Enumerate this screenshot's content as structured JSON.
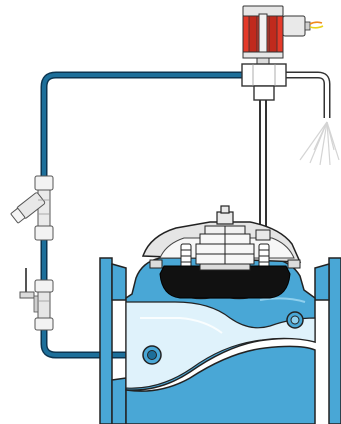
{
  "diagram": {
    "colors": {
      "pipe_blue": "#1d6f9a",
      "pipe_dark": "#0d3550",
      "body_blue": "#49a7d6",
      "body_light": "#8fd0ee",
      "body_outline": "#2a2a2a",
      "metal_light": "#f0f0f0",
      "metal_mid": "#c9c9c9",
      "metal_dark": "#8d8d8d",
      "solenoid_red": "#e43a2a",
      "diaphragm_black": "#111111",
      "spray": "#d9d9d9",
      "wire_orange": "#f08a1c",
      "wire_yellow": "#e9d21b"
    },
    "components": [
      {
        "name": "solenoid-pilot",
        "icon": "solenoid-icon"
      },
      {
        "name": "three-way-fitting",
        "icon": "tee-fitting-icon"
      },
      {
        "name": "strainer",
        "icon": "y-strainer-icon"
      },
      {
        "name": "ball-valve",
        "icon": "ball-valve-icon"
      },
      {
        "name": "main-valve-body",
        "icon": "valve-body-icon"
      },
      {
        "name": "bonnet-diaphragm",
        "icon": "diaphragm-icon"
      },
      {
        "name": "vent-spray",
        "icon": "spray-icon"
      }
    ]
  }
}
